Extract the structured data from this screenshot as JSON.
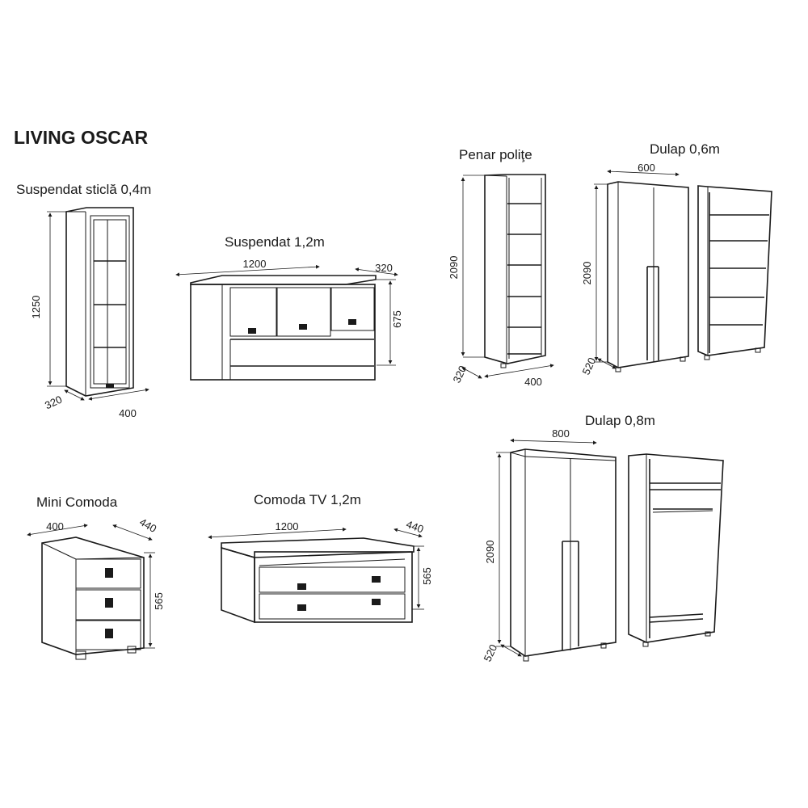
{
  "title": "LIVING OSCAR",
  "items": {
    "suspendat_sticla": {
      "name": "Suspendat sticlă 0,4m",
      "height": "1250",
      "depth": "320",
      "width": "400"
    },
    "suspendat_12": {
      "name": "Suspendat 1,2m",
      "width": "1200",
      "depth": "320",
      "height": "675"
    },
    "penar": {
      "name": "Penar poliţe",
      "height": "2090",
      "depth": "320",
      "width": "400"
    },
    "dulap_06": {
      "name": "Dulap 0,6m",
      "width": "600",
      "height": "2090",
      "depth": "520"
    },
    "mini_comoda": {
      "name": "Mini Comoda",
      "width": "400",
      "depth": "440",
      "height": "565"
    },
    "comoda_tv": {
      "name": "Comoda TV 1,2m",
      "width": "1200",
      "depth": "440",
      "height": "565"
    },
    "dulap_08": {
      "name": "Dulap 0,8m",
      "width": "800",
      "height": "2090",
      "depth": "520"
    }
  }
}
